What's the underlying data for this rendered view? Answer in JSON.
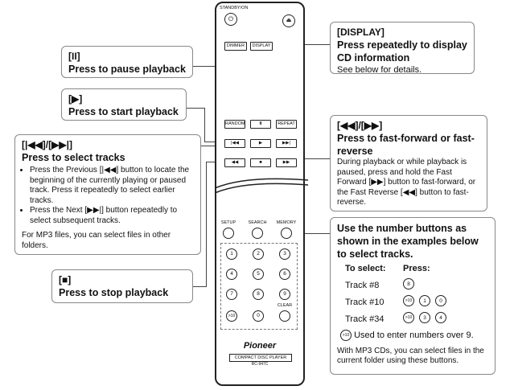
{
  "remote": {
    "standby_label": "STANDBY/ON",
    "dimmer": "DIMMER",
    "display": "DISPLAY",
    "random": "RANDOM",
    "pause_glyph": "II",
    "repeat": "REPEAT",
    "prev_glyph": "|◀◀",
    "play_glyph": "▶",
    "next_glyph": "▶▶|",
    "rew_glyph": "◀◀",
    "stop_glyph": "■",
    "ff_glyph": "▶▶",
    "setup": "SETUP",
    "search": "SEARCH",
    "memory": "MEMORY",
    "digits": [
      "1",
      "2",
      "3",
      "4",
      "5",
      "6",
      "7",
      "8",
      "9"
    ],
    "plus10": ">10",
    "zero": "0",
    "clear": "CLEAR",
    "brand": "Pioneer",
    "model_label": "COMPACT DISC PLAYER",
    "model_code": "RC-947C"
  },
  "display_callout": {
    "heading": "[DISPLAY]",
    "title": "Press repeatedly to display CD information",
    "text": "See below for details."
  },
  "pause_callout": {
    "heading": "[II]",
    "title": "Press to pause playback"
  },
  "play_callout": {
    "heading": "[▶]",
    "title": "Press to start playback"
  },
  "tracks_callout": {
    "heading": "[|◀◀]/[▶▶|]",
    "title": "Press to select tracks",
    "bullets": [
      "Press the Previous [|◀◀] button to locate the beginning of the currently playing or paused track. Press it repeatedly to select earlier tracks.",
      "Press the Next [▶▶|] button repeatedly to select subsequent tracks."
    ],
    "note": "For MP3 files, you can select files in other folders."
  },
  "stop_callout": {
    "heading": "[■]",
    "title": "Press to stop playback"
  },
  "ff_callout": {
    "heading": "[◀◀]/[▶▶]",
    "title": "Press to fast-forward or fast-reverse",
    "text": "During playback or while playback is paused, press and hold the Fast Forward [▶▶] button to fast-forward, or the Fast Reverse [◀◀] button to fast-reverse."
  },
  "number_callout": {
    "title": "Use the number buttons as shown in the examples below to select tracks.",
    "col_select": "To select:",
    "col_press": "Press:",
    "rows": [
      {
        "label": "Track #8",
        "keys": [
          "8"
        ]
      },
      {
        "label": "Track #10",
        "keys": [
          ">10",
          "1",
          "0"
        ]
      },
      {
        "label": "Track #34",
        "keys": [
          ">10",
          "3",
          "4"
        ]
      }
    ],
    "plus10_key": ">10",
    "plus10_note": "Used to enter numbers over 9.",
    "mp3_note": "With MP3 CDs, you can select files in the current folder using these buttons."
  }
}
